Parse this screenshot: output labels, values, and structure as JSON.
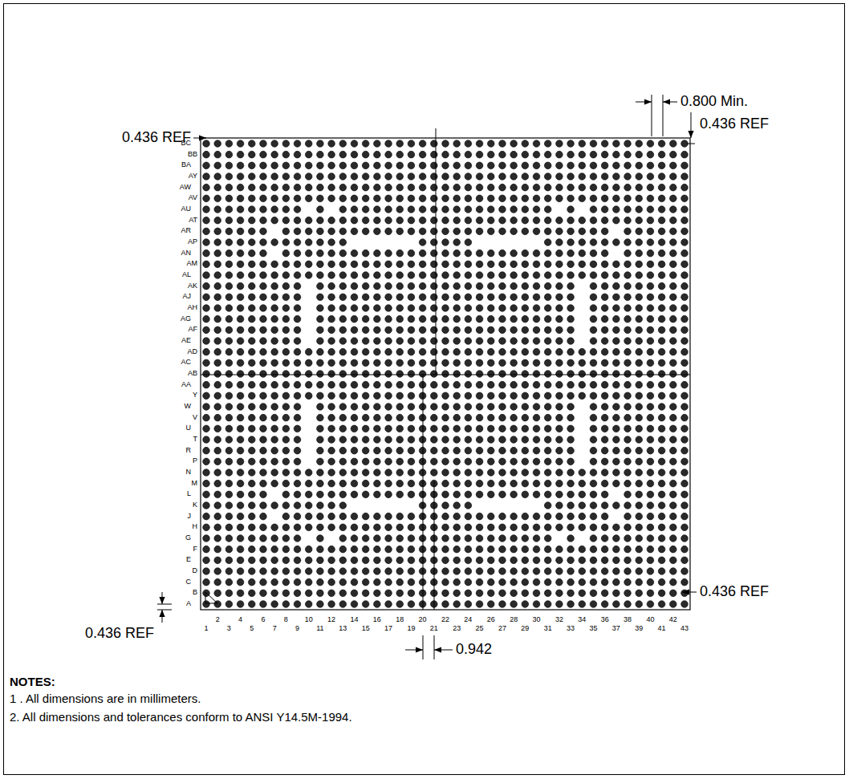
{
  "diagram": {
    "labels": [
      "0.800 Min.",
      "0.436 REF",
      "0.436 REF",
      "0.436 REF",
      "0.436 REF",
      "0.942",
      "BC",
      "BB",
      "BA",
      "AY",
      "AW",
      "AV",
      "AU",
      "AT",
      "AR",
      "AP",
      "AN",
      "AM",
      "AL",
      "AK",
      "AJ",
      "AH",
      "AG",
      "AF",
      "AE",
      "AD",
      "AC",
      "AB",
      "AA",
      "Y",
      "W",
      "V",
      "U",
      "T",
      "R",
      "P",
      "N",
      "M",
      "L",
      "K",
      "J",
      "H",
      "G",
      "F",
      "E",
      "D",
      "C",
      "B",
      "A",
      "1",
      "2",
      "3",
      "4",
      "5",
      "6",
      "7",
      "8",
      "9",
      "10",
      "11",
      "12",
      "13",
      "14",
      "15",
      "16",
      "17",
      "18",
      "19",
      "20",
      "21",
      "22",
      "23",
      "24",
      "25",
      "26",
      "27",
      "28",
      "29",
      "30",
      "31",
      "32",
      "33",
      "34",
      "35",
      "36",
      "37",
      "38",
      "39",
      "40",
      "41",
      "42",
      "43",
      "NOTES:",
      "1 . All dimensions are in millimeters.",
      "2. All dimensions and tolerances conform to ANSI Y14.5M-1994."
    ]
  }
}
